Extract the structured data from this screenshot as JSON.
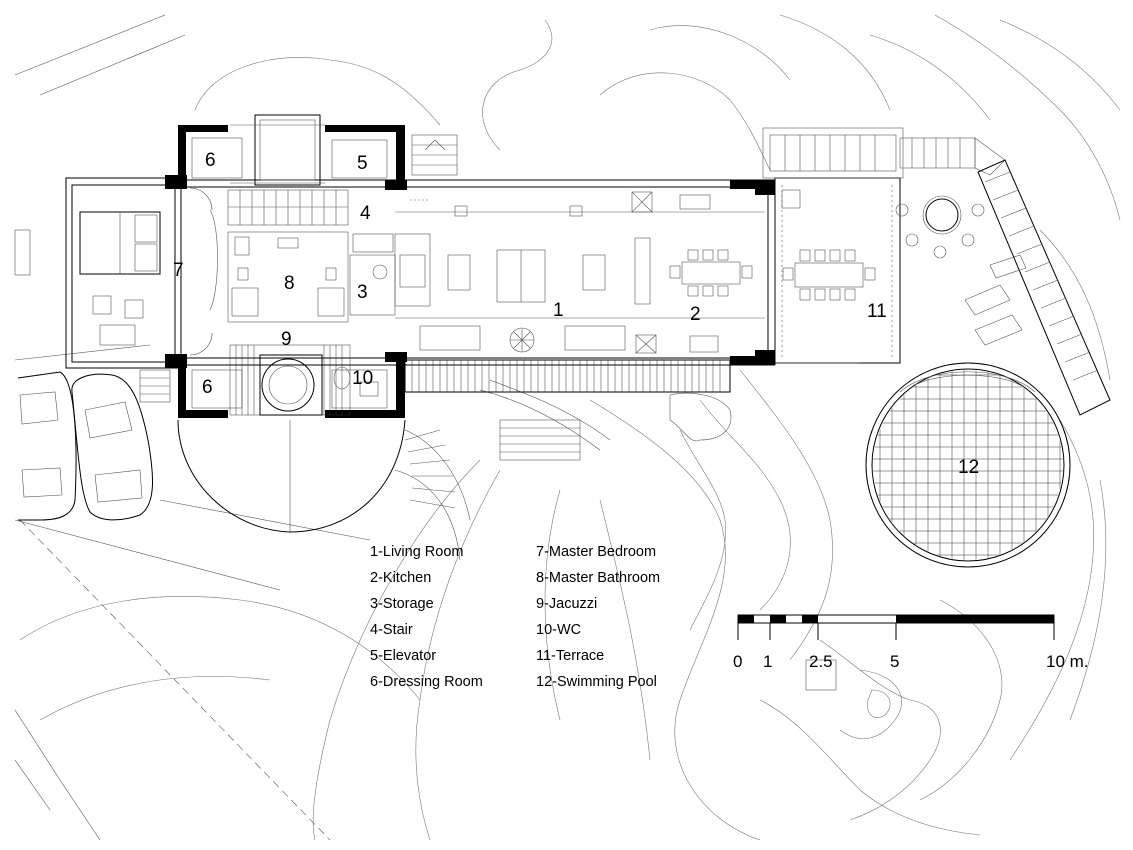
{
  "rooms": [
    {
      "number": "1"
    },
    {
      "number": "2"
    },
    {
      "number": "3"
    },
    {
      "number": "4"
    },
    {
      "number": "5"
    },
    {
      "number": "6"
    },
    {
      "number": "6"
    },
    {
      "number": "7"
    },
    {
      "number": "8"
    },
    {
      "number": "9"
    },
    {
      "number": "10"
    },
    {
      "number": "11"
    },
    {
      "number": "12"
    }
  ],
  "legend": {
    "left": [
      "1-Living Room",
      "2-Kitchen",
      "3-Storage",
      "4-Stair",
      "5-Elevator",
      "6-Dressing Room"
    ],
    "right": [
      "7-Master Bedroom",
      "8-Master Bathroom",
      "9-Jacuzzi",
      "10-WC",
      "11-Terrace",
      "12-Swimming Pool"
    ]
  },
  "scale_bar": {
    "labels": [
      "0",
      "1",
      "2.5",
      "5",
      "10 m."
    ]
  }
}
